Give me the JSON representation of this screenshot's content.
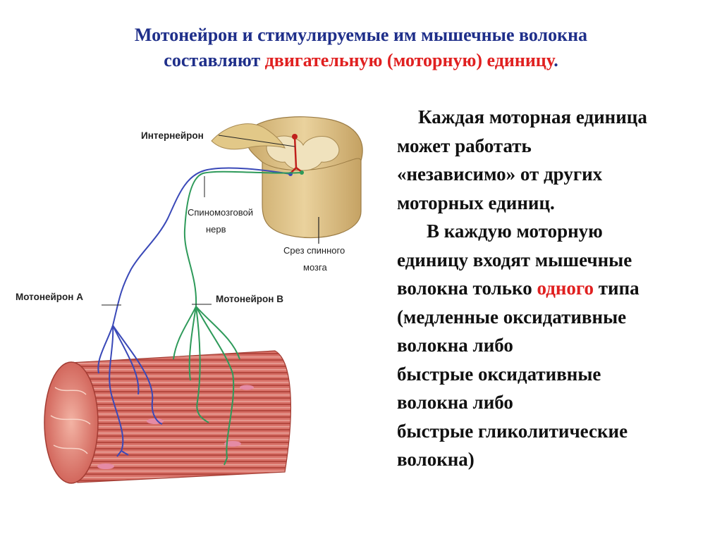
{
  "title": {
    "line1": "Мотонейрон  и стимулируемые им мышечные волокна",
    "line2_prefix": "составляют ",
    "line2_highlight": "двигательную (моторную) единицу",
    "line2_suffix": "."
  },
  "body": {
    "p1": [
      "Каждая моторная единица",
      "может работать",
      "«независимо» от других",
      "моторных единиц."
    ],
    "p2_line1": "В каждую моторную",
    "p2_line2": "единицу входят мышечные",
    "p2_line3_prefix": "волокна только ",
    "p2_line3_highlight": "одного",
    "p2_line3_suffix": " типа",
    "p2_rest": [
      "(медленные оксидативные",
      "волокна  либо",
      "быстрые оксидативные",
      "волокна  либо",
      "быстрые гликолитические",
      "волокна)"
    ]
  },
  "diagram": {
    "labels": {
      "interneuron": "Интернейрон",
      "spinal_nerve_1": "Спиномозговой",
      "spinal_nerve_2": "нерв",
      "cord_section_1": "Срез спинного",
      "cord_section_2": "мозга",
      "motoneuron_a": "Мотонейрон А",
      "motoneuron_b": "Мотонейрон В"
    },
    "colors": {
      "motoneuron_a": "#3a49b8",
      "motoneuron_b": "#2e9a5a",
      "muscle": "#d9736a",
      "spinal_cord": "#d9c08a",
      "interneuron": "#c0201c"
    }
  }
}
